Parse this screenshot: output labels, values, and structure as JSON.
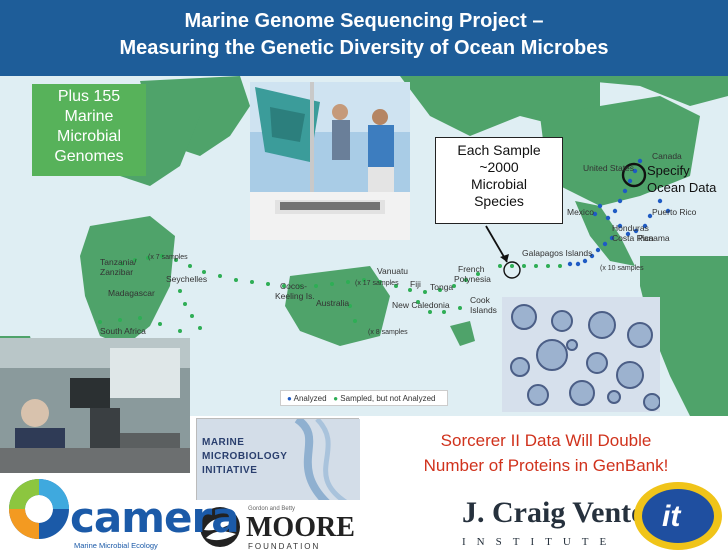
{
  "title": {
    "line1": "Marine Genome Sequencing Project –",
    "line2": "Measuring the Genetic Diversity of Ocean Microbes"
  },
  "green_box": {
    "line1": "Plus 155",
    "line2": "Marine",
    "line3": "Microbial",
    "line4": "Genomes"
  },
  "sample_box": {
    "line1": "Each Sample",
    "line2": "~2000",
    "line3": "Microbial",
    "line4": "Species"
  },
  "specify": {
    "line1": "Specify",
    "line2": "Ocean Data"
  },
  "map_labels": {
    "canada": "Canada",
    "united_states": "United States",
    "mexico": "Mexico",
    "puerto_rico": "Puerto Rico",
    "honduras": "Honduras",
    "costa_rica": "Costa Rica",
    "panama": "Panama",
    "galapagos": "Galapagos Islands",
    "x10": "(x 10 samples",
    "tanzania": "Tanzania/",
    "zanzibar": "Zanzibar",
    "x7": "(x 7 samples",
    "seychelles": "Seychelles",
    "madagascar": "Madagascar",
    "south_africa": "South Africa",
    "cocos1": "Cocos-",
    "cocos2": "Keeling Is.",
    "australia": "Australia",
    "vanuatu": "Vanuatu",
    "x17": "(x 17 samples",
    "fiji": "Fiji",
    "tonga": "Tonga",
    "new_caledonia": "New Caledonia",
    "french1": "French",
    "french2": "Polynesia",
    "cook1": "Cook",
    "cook2": "Islands",
    "x8": "(x 8 samples"
  },
  "legend": {
    "analyzed": "Analyzed",
    "sampled": "Sampled, but not Analyzed"
  },
  "red_text": {
    "line1": "Sorcerer II Data Will Double",
    "line2": "Number of Proteins in GenBank!"
  },
  "mmi": {
    "line1": "MARINE",
    "line2": "MICROBIOLOGY",
    "line3": "INITIATIVE"
  },
  "moore": {
    "small": "Gordon and Betty",
    "big": "MOORE",
    "sub": "FOUNDATION"
  },
  "camera": {
    "word": "camera",
    "sub": "Marine Microbial Ecology"
  },
  "jcvi": {
    "name": "J. Craig Venter",
    "sub": "INSTITUTE"
  },
  "it2": {
    "text": "it"
  },
  "colors": {
    "title_bg": "#1e5d99",
    "land": "#4fa36a",
    "ocean": "#dfeef3",
    "analyzed_dot": "#1f5bc4",
    "sampled_dot": "#2eae55",
    "red_text": "#d0321c"
  }
}
